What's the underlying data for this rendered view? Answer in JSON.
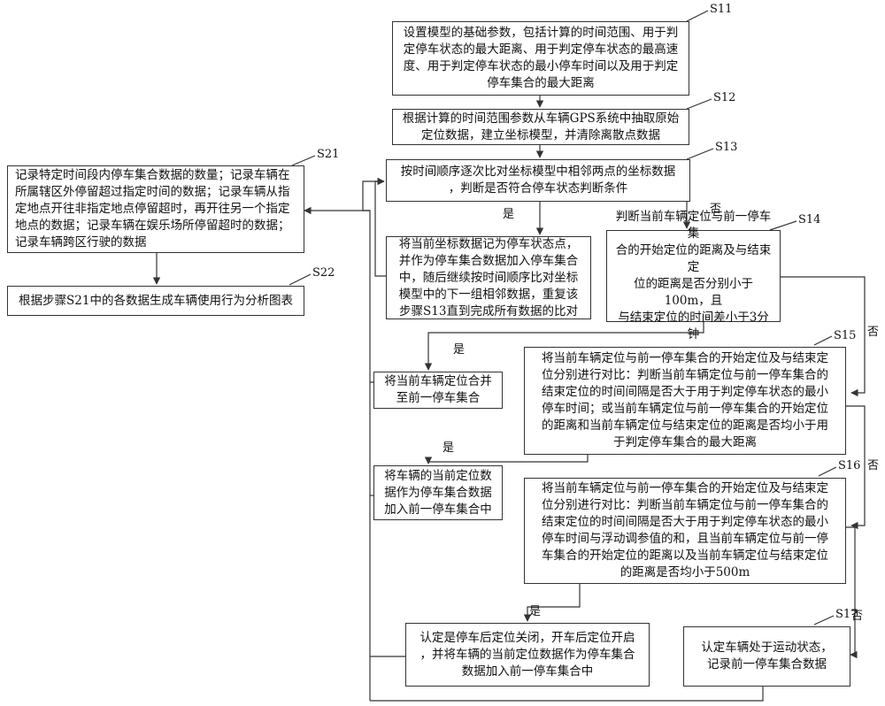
{
  "steps": {
    "s11": {
      "tag": "S11",
      "text": "设置模型的基础参数，包括计算的时间范围、用于判\n定停车状态的最大距离、用于判定停车状态的最高速\n度、用于判定停车状态的最小停车时间以及用于判定\n停车集合的最大距离"
    },
    "s12": {
      "tag": "S12",
      "text": "根据计算的时间范围参数从车辆GPS系统中抽取原始\n定位数据，建立坐标模型，并清除离散点数据"
    },
    "s13": {
      "tag": "S13",
      "text": "按时间顺序逐次比对坐标模型中相邻两点的坐标数据\n，判断是否符合停车状态判断条件"
    },
    "s13_yes_box": {
      "text": "将当前坐标数据记为停车状态点，\n并作为停车集合数据加入停车集合\n中，随后继续按时间顺序比对坐标\n模型中的下一组相邻数据，重复该\n步骤S13直到完成所有数据的比对"
    },
    "s14": {
      "tag": "S14",
      "text": "判断当前车辆定位与前一停车集\n合的开始定位的距离及与结束定\n位的距离是否分别小于100m，且\n与结束定位的时间差小于3分钟"
    },
    "s14_yes_box": {
      "text": "将当前车辆定位合并\n至前一停车集合"
    },
    "s15": {
      "tag": "S15",
      "text": "将当前车辆定位与前一停车集合的开始定位及与结束定\n位分别进行对比：判断当前车辆定位与前一停车集合的\n结束定位的时间间隔是否大于用于判定停车状态的最小\n停车时间；或当前车辆定位与前一停车集合的开始定位\n的距离和当前车辆定位与结束定位的距离是否均小于用\n于判定停车集合的最大距离"
    },
    "s15_yes_box": {
      "text": "将车辆的当前定位数\n据作为停车集合数据\n加入前一停车集合中"
    },
    "s16": {
      "tag": "S16",
      "text": "将当前车辆定位与前一停车集合的开始定位及与结束定\n位分别进行对比：判断当前车辆定位与前一停车集合的\n结束定位的时间间隔是否大于用于判定停车状态的最小\n停车时间与浮动调参值的和，且当前车辆定位与前一停\n车集合的开始定位的距离以及当前车辆定位与结束定位\n的距离是否均小于500m"
    },
    "s16_yes_box": {
      "text": "认定是停车后定位关闭，开车后定位开启\n，并将车辆的当前定位数据作为停车集合\n数据加入前一停车集合中"
    },
    "s17": {
      "tag": "S17",
      "text": "认定车辆处于运动状态，\n记录前一停车集合数据"
    },
    "s21": {
      "tag": "S21",
      "text": "记录特定时间段内停车集合数据的数量；记录车辆在\n所属辖区外停留超过指定时间的数据；记录车辆从指\n定地点开往非指定地点停留超时，再开往另一个指定\n地点的数据；记录车辆在娱乐场所停留超时的数据；\n记录车辆跨区行驶的数据"
    },
    "s22": {
      "tag": "S22",
      "text": "根据步骤S21中的各数据生成车辆使用行为分析图表"
    }
  },
  "labels": {
    "yes": "是",
    "no": "否"
  }
}
